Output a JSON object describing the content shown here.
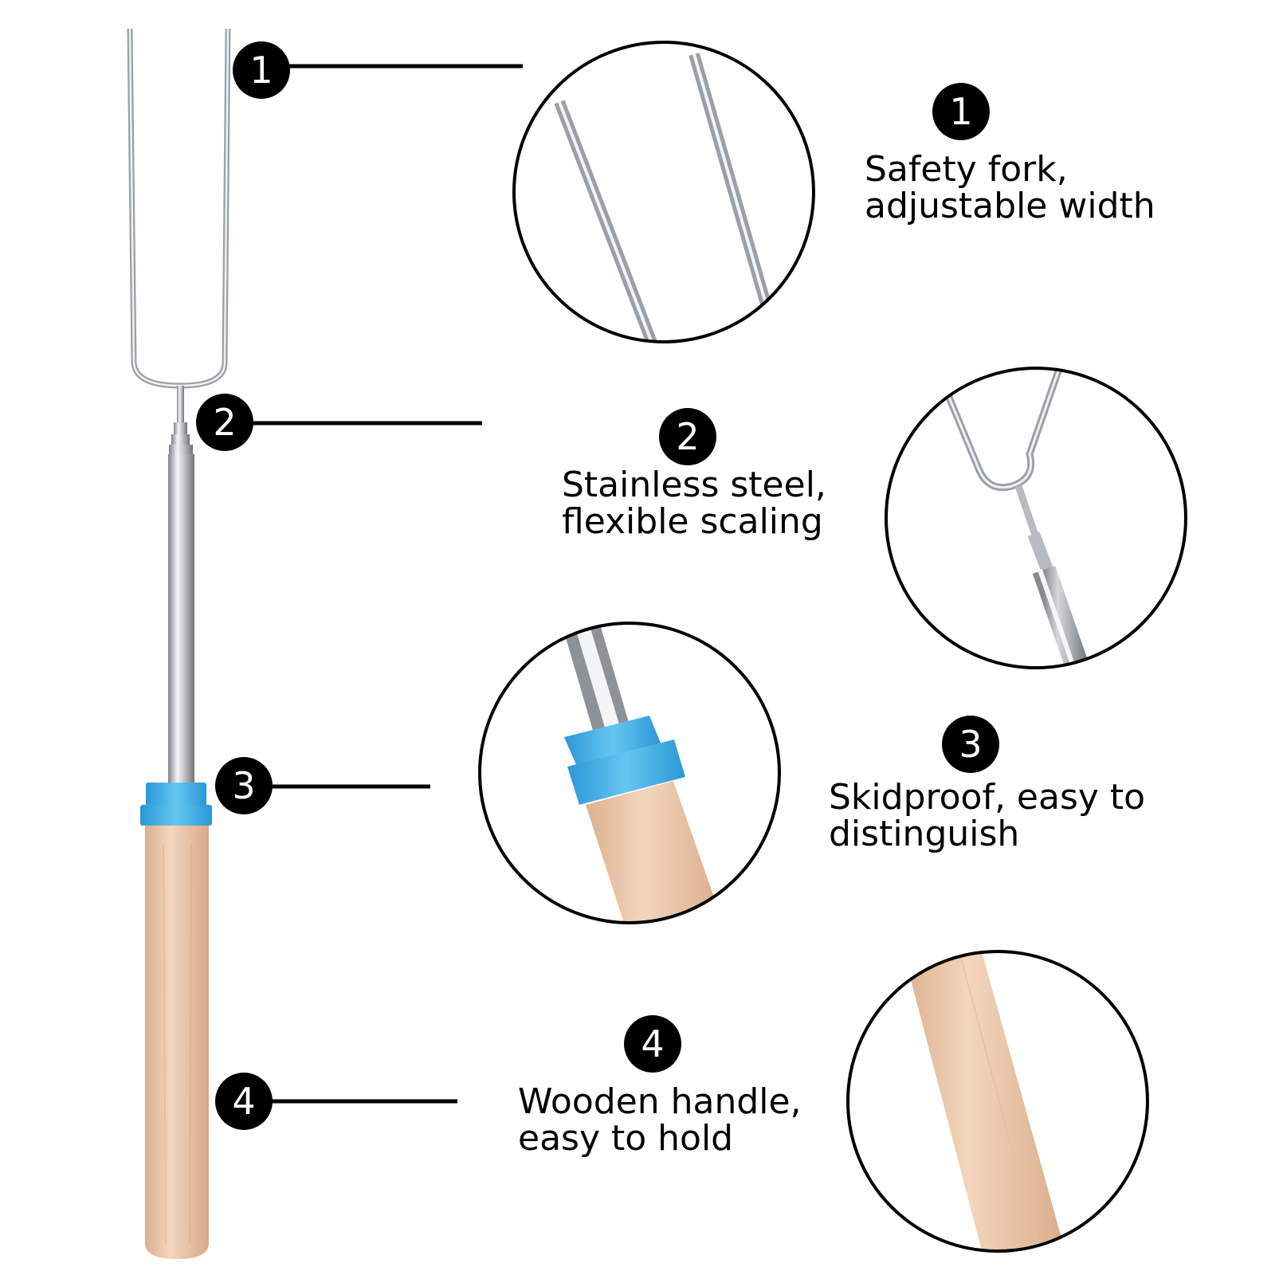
{
  "callouts": [
    {
      "number": "1",
      "line1": "Safety fork,",
      "line2": "adjustable width"
    },
    {
      "number": "2",
      "line1": "Stainless steel,",
      "line2": "flexible scaling"
    },
    {
      "number": "3",
      "line1": "Skidproof, easy to",
      "line2": "distinguish"
    },
    {
      "number": "4",
      "line1": "Wooden handle,",
      "line2": "easy to hold"
    }
  ],
  "colors": {
    "steel": "#c9cdd1",
    "steel_dark": "#8a8f94",
    "wood": "#ecc9aa",
    "wood_dark": "#d4a882",
    "ring_blue": "#3aaee8",
    "badge": "#000000"
  },
  "icons": [
    "roasting-fork-photo",
    "fork-tines-closeup",
    "telescopic-rod-closeup",
    "blue-ring-closeup",
    "wooden-handle-closeup"
  ]
}
